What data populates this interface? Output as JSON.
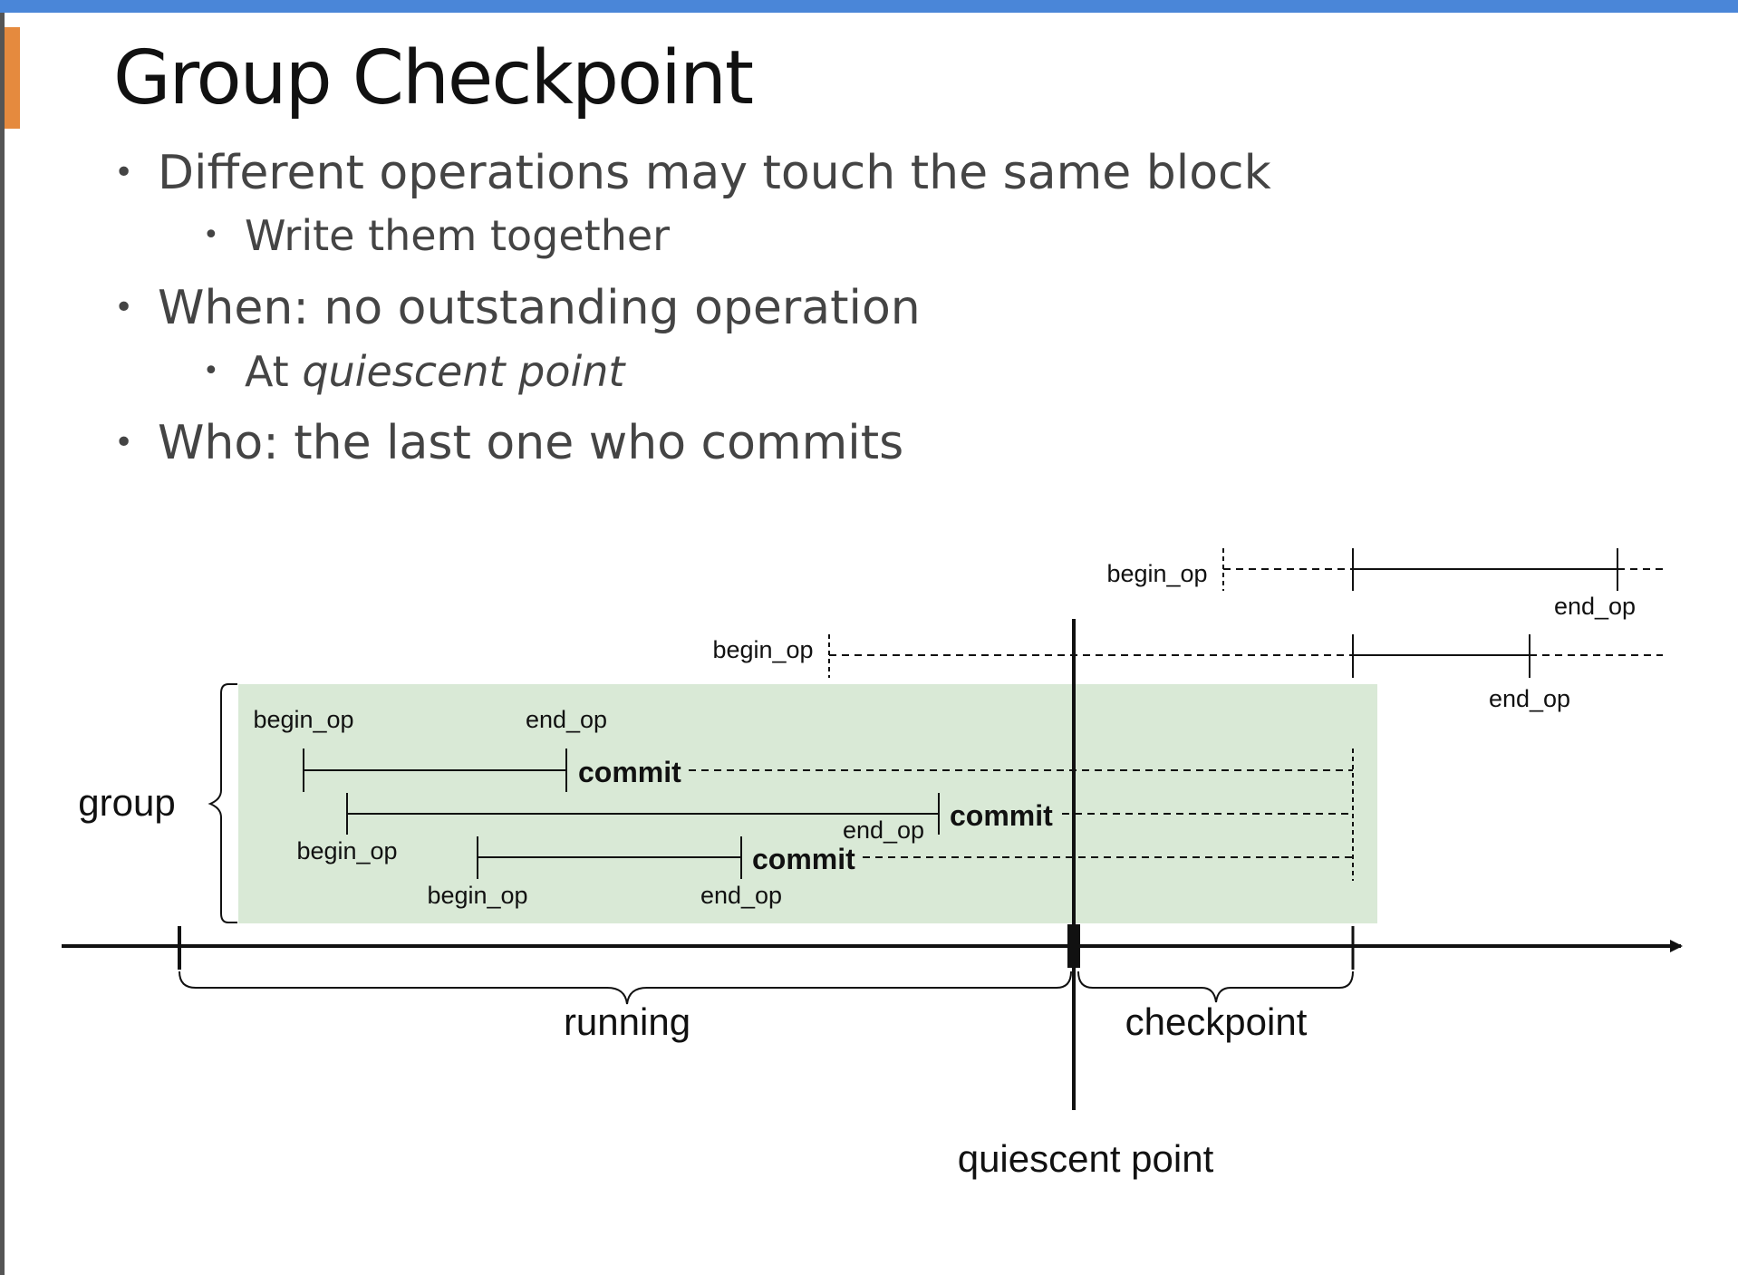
{
  "slide": {
    "title": "Group Checkpoint",
    "bullets": [
      {
        "text": "Different operations may touch the same block",
        "sub": [
          "Write them together"
        ]
      },
      {
        "text": "When: no outstanding operation",
        "sub_prefix": "At ",
        "sub_emphasis": "quiescent point"
      },
      {
        "text": "Who: the last one who commits"
      }
    ]
  },
  "diagram": {
    "group_label": "group",
    "running_label": "running",
    "checkpoint_label": "checkpoint",
    "quiescent_label": "quiescent point",
    "op_labels": {
      "top_begin": "begin_op",
      "top_end": "end_op",
      "second_begin": "begin_op",
      "second_end": "end_op",
      "g1_begin": "begin_op",
      "g1_end": "end_op",
      "g1_commit": "commit",
      "g2_begin": "begin_op",
      "g2_end": "end_op",
      "g2_commit": "commit",
      "g3_begin": "begin_op",
      "g3_end": "end_op",
      "g3_commit": "commit"
    },
    "colors": {
      "group_fill": "#d9e9d6",
      "line": "#111111"
    }
  }
}
